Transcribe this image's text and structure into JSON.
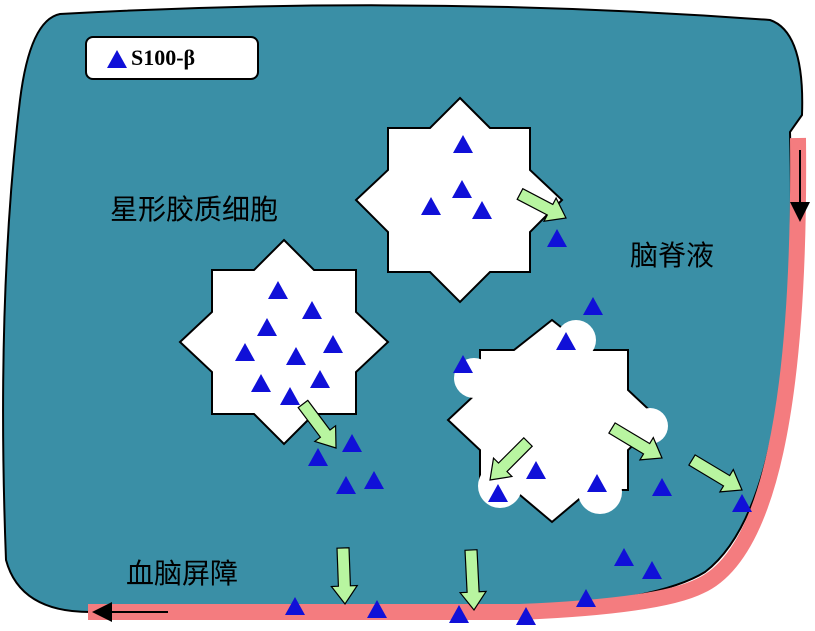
{
  "legend": {
    "label": "S100-β",
    "marker_icon": "blue-triangle-icon",
    "marker_color": "#1010d8"
  },
  "labels": {
    "astrocyte": "星形胶质细胞",
    "csf": "脑脊液",
    "bbb": "血脑屏障"
  },
  "colors": {
    "tissue": "#3a8fa6",
    "barrier": "#f47c7f",
    "cell": "#ffffff",
    "arrow": "#b8f5a0",
    "marker": "#1010d8"
  },
  "icons": {
    "release_arrow": "green-arrow-icon",
    "flow_arrow": "black-arrow-icon"
  }
}
